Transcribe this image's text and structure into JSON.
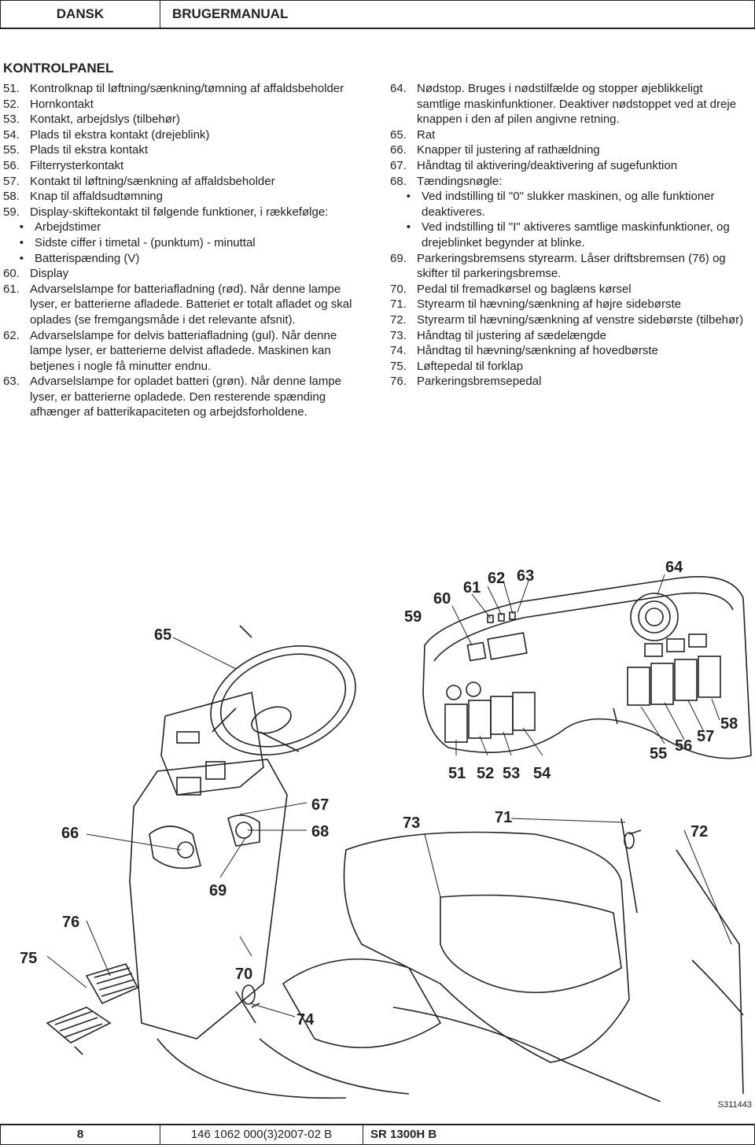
{
  "header": {
    "language": "DANSK",
    "doc_type": "BRUGERMANUAL"
  },
  "section_title": "KONTROLPANEL",
  "left_items": [
    {
      "num": "51.",
      "text": "Kontrolknap til løftning/sænkning/tømning af affaldsbeholder"
    },
    {
      "num": "52.",
      "text": "Hornkontakt"
    },
    {
      "num": "53.",
      "text": "Kontakt, arbejdslys (tilbehør)"
    },
    {
      "num": "54.",
      "text": "Plads til ekstra kontakt (drejeblink)"
    },
    {
      "num": "55.",
      "text": "Plads til ekstra kontakt"
    },
    {
      "num": "56.",
      "text": "Filterrysterkontakt"
    },
    {
      "num": "57.",
      "text": "Kontakt til løftning/sænkning af affaldsbeholder"
    },
    {
      "num": "58.",
      "text": "Knap til affaldsudtømning"
    },
    {
      "num": "59.",
      "text": "Display-skiftekontakt til følgende funktioner, i rækkefølge:"
    }
  ],
  "left_bullets_59": [
    "Arbejdstimer",
    "Sidste ciffer i timetal - (punktum) - minuttal",
    "Batterispænding (V)"
  ],
  "left_items_2": [
    {
      "num": "60.",
      "text": "Display"
    },
    {
      "num": "61.",
      "text": "Advarselslampe for batteriafladning (rød). Når denne lampe lyser, er batterierne afladede. Batteriet er totalt afladet og skal oplades (se fremgangsmåde i det relevante afsnit)."
    },
    {
      "num": "62.",
      "text": "Advarselslampe for delvis batteriafladning (gul). Når denne lampe lyser, er batterierne delvist afladede. Maskinen kan betjenes i nogle få minutter endnu."
    },
    {
      "num": "63.",
      "text": "Advarselslampe for opladet batteri (grøn). Når denne lampe lyser, er batterierne opladede. Den resterende spænding afhænger af batterikapaciteten og arbejdsforholdene."
    }
  ],
  "right_items": [
    {
      "num": "64.",
      "text": "Nødstop. Bruges i nødstilfælde og stopper øjeblikkeligt samtlige maskinfunktioner. Deaktiver nødstoppet ved at dreje knappen i den af pilen angivne retning."
    },
    {
      "num": "65.",
      "text": "Rat"
    },
    {
      "num": "66.",
      "text": "Knapper til justering af rathældning"
    },
    {
      "num": "67.",
      "text": "Håndtag til aktivering/deaktivering af sugefunktion"
    },
    {
      "num": "68.",
      "text": "Tændingsnøgle:"
    }
  ],
  "right_bullets_68": [
    "Ved indstilling til \"0\" slukker maskinen, og alle funktioner deaktiveres.",
    "Ved indstilling til \"I\" aktiveres samtlige maskinfunktioner, og drejeblinket begynder at blinke."
  ],
  "right_items_2": [
    {
      "num": "69.",
      "text": "Parkeringsbremsens styrearm. Låser driftsbremsen (76) og skifter til parkeringsbremse."
    },
    {
      "num": "70.",
      "text": "Pedal til fremadkørsel og baglæns kørsel"
    },
    {
      "num": "71.",
      "text": "Styrearm til hævning/sænkning af højre sidebørste"
    },
    {
      "num": "72.",
      "text": "Styrearm til hævning/sænkning af venstre sidebørste (tilbehør)"
    },
    {
      "num": "73.",
      "text": "Håndtag til justering af sædelængde"
    },
    {
      "num": "74.",
      "text": "Håndtag til hævning/sænkning af hovedbørste"
    },
    {
      "num": "75.",
      "text": "Løftepedal til forklap"
    },
    {
      "num": "76.",
      "text": "Parkeringsbremsepedal"
    }
  ],
  "callouts": {
    "c51": "51",
    "c52": "52",
    "c53": "53",
    "c54": "54",
    "c55": "55",
    "c56": "56",
    "c57": "57",
    "c58": "58",
    "c59": "59",
    "c60": "60",
    "c61": "61",
    "c62": "62",
    "c63": "63",
    "c64": "64",
    "c65": "65",
    "c66": "66",
    "c67": "67",
    "c68": "68",
    "c69": "69",
    "c70": "70",
    "c71": "71",
    "c72": "72",
    "c73": "73",
    "c74": "74",
    "c75": "75",
    "c76": "76"
  },
  "figure_code": "S311443",
  "footer": {
    "page": "8",
    "doc_number": "146 1062 000(3)2007-02 B",
    "model": "SR 1300H B"
  }
}
